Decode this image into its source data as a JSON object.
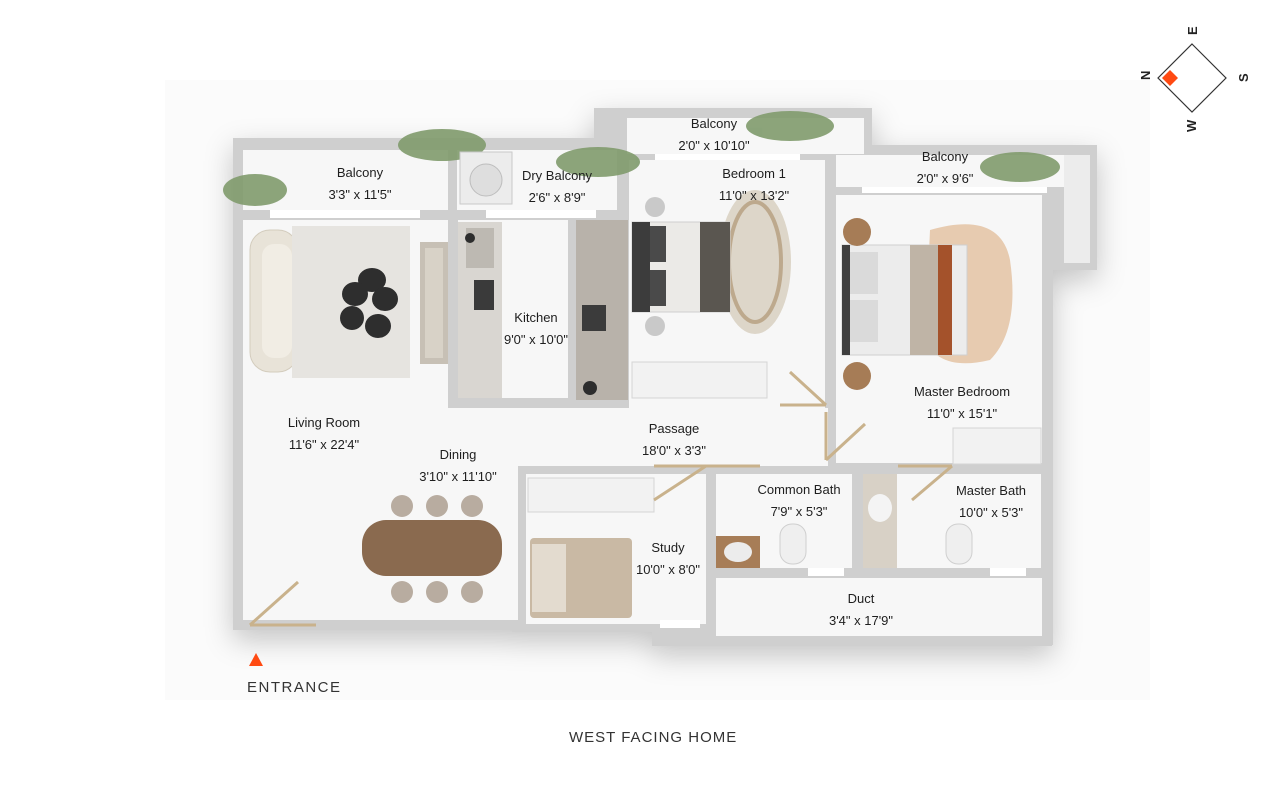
{
  "rooms": [
    {
      "id": "balcony-living",
      "name": "Balcony",
      "dims": "3'3\" x 11'5\""
    },
    {
      "id": "dry-balcony",
      "name": "Dry Balcony",
      "dims": "2'6\" x 8'9\""
    },
    {
      "id": "balcony-bed1",
      "name": "Balcony",
      "dims": "2'0\" x 10'10\""
    },
    {
      "id": "bedroom-1",
      "name": "Bedroom 1",
      "dims": "11'0\" x 13'2\""
    },
    {
      "id": "balcony-master",
      "name": "Balcony",
      "dims": "2'0\" x 9'6\""
    },
    {
      "id": "kitchen",
      "name": "Kitchen",
      "dims": "9'0\" x 10'0\""
    },
    {
      "id": "master-bedroom",
      "name": "Master Bedroom",
      "dims": "11'0\" x 15'1\""
    },
    {
      "id": "living-room",
      "name": "Living Room",
      "dims": "11'6\" x 22'4\""
    },
    {
      "id": "passage",
      "name": "Passage",
      "dims": "18'0\" x 3'3\""
    },
    {
      "id": "dining",
      "name": "Dining",
      "dims": "3'10\" x 11'10\""
    },
    {
      "id": "common-bath",
      "name": "Common Bath",
      "dims": "7'9\" x 5'3\""
    },
    {
      "id": "master-bath",
      "name": "Master Bath",
      "dims": "10'0\" x 5'3\""
    },
    {
      "id": "study",
      "name": "Study",
      "dims": "10'0\" x 8'0\""
    },
    {
      "id": "duct",
      "name": "Duct",
      "dims": "3'4\" x 17'9\""
    }
  ],
  "entrance_label": "ENTRANCE",
  "footer_caption": "WEST FACING HOME",
  "compass": {
    "n": "N",
    "e": "E",
    "s": "S",
    "w": "W"
  },
  "colors": {
    "wall": "#cfcfcf",
    "floor": "#f7f7f7",
    "accent": "#ff4a12",
    "door": "#c9b28c",
    "plant": "#7f9a6c"
  }
}
